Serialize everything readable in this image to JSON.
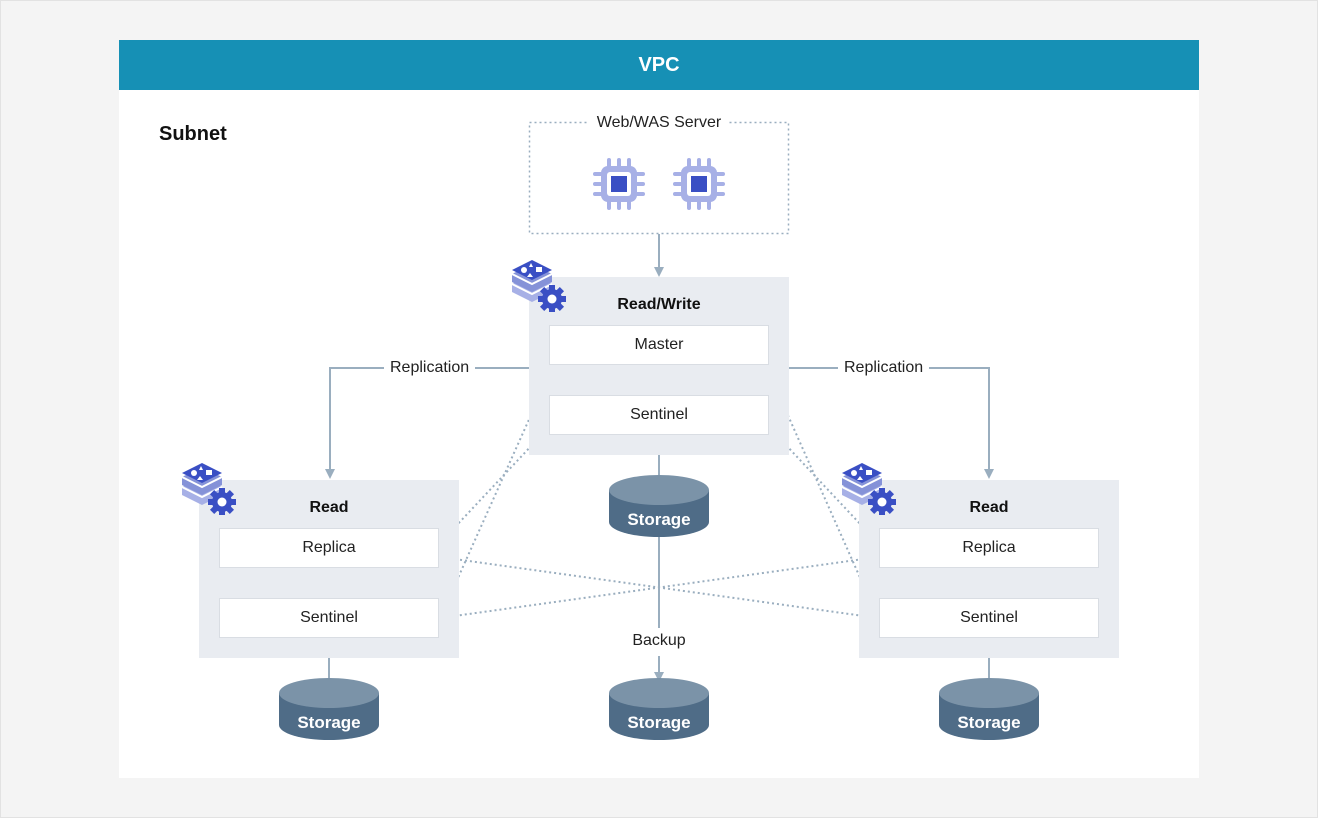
{
  "vpc": {
    "title": "VPC"
  },
  "subnet": {
    "title": "Subnet"
  },
  "web_server": {
    "label": "Web/WAS Server",
    "icons": [
      "cpu-chip-icon",
      "cpu-chip-icon"
    ]
  },
  "nodes": {
    "master_node": {
      "title": "Read/Write",
      "primary": "Master",
      "sentinel": "Sentinel",
      "icon": "redis-config-icon"
    },
    "left_replica_node": {
      "title": "Read",
      "primary": "Replica",
      "sentinel": "Sentinel",
      "icon": "redis-config-icon"
    },
    "right_replica_node": {
      "title": "Read",
      "primary": "Replica",
      "sentinel": "Sentinel",
      "icon": "redis-config-icon"
    }
  },
  "edges": {
    "replication_left": "Replication",
    "replication_right": "Replication",
    "backup": "Backup"
  },
  "storage": {
    "master": "Storage",
    "left": "Storage",
    "right": "Storage",
    "backup": "Storage"
  },
  "colors": {
    "vpc_bar": "#1690b5",
    "node_bg": "#e9ecf1",
    "connector": "#9aaebf",
    "icon_primary": "#3a4fc4",
    "icon_secondary": "#a7b0e6",
    "storage_top": "#7b93a8",
    "storage_body": "#4f6c87"
  }
}
